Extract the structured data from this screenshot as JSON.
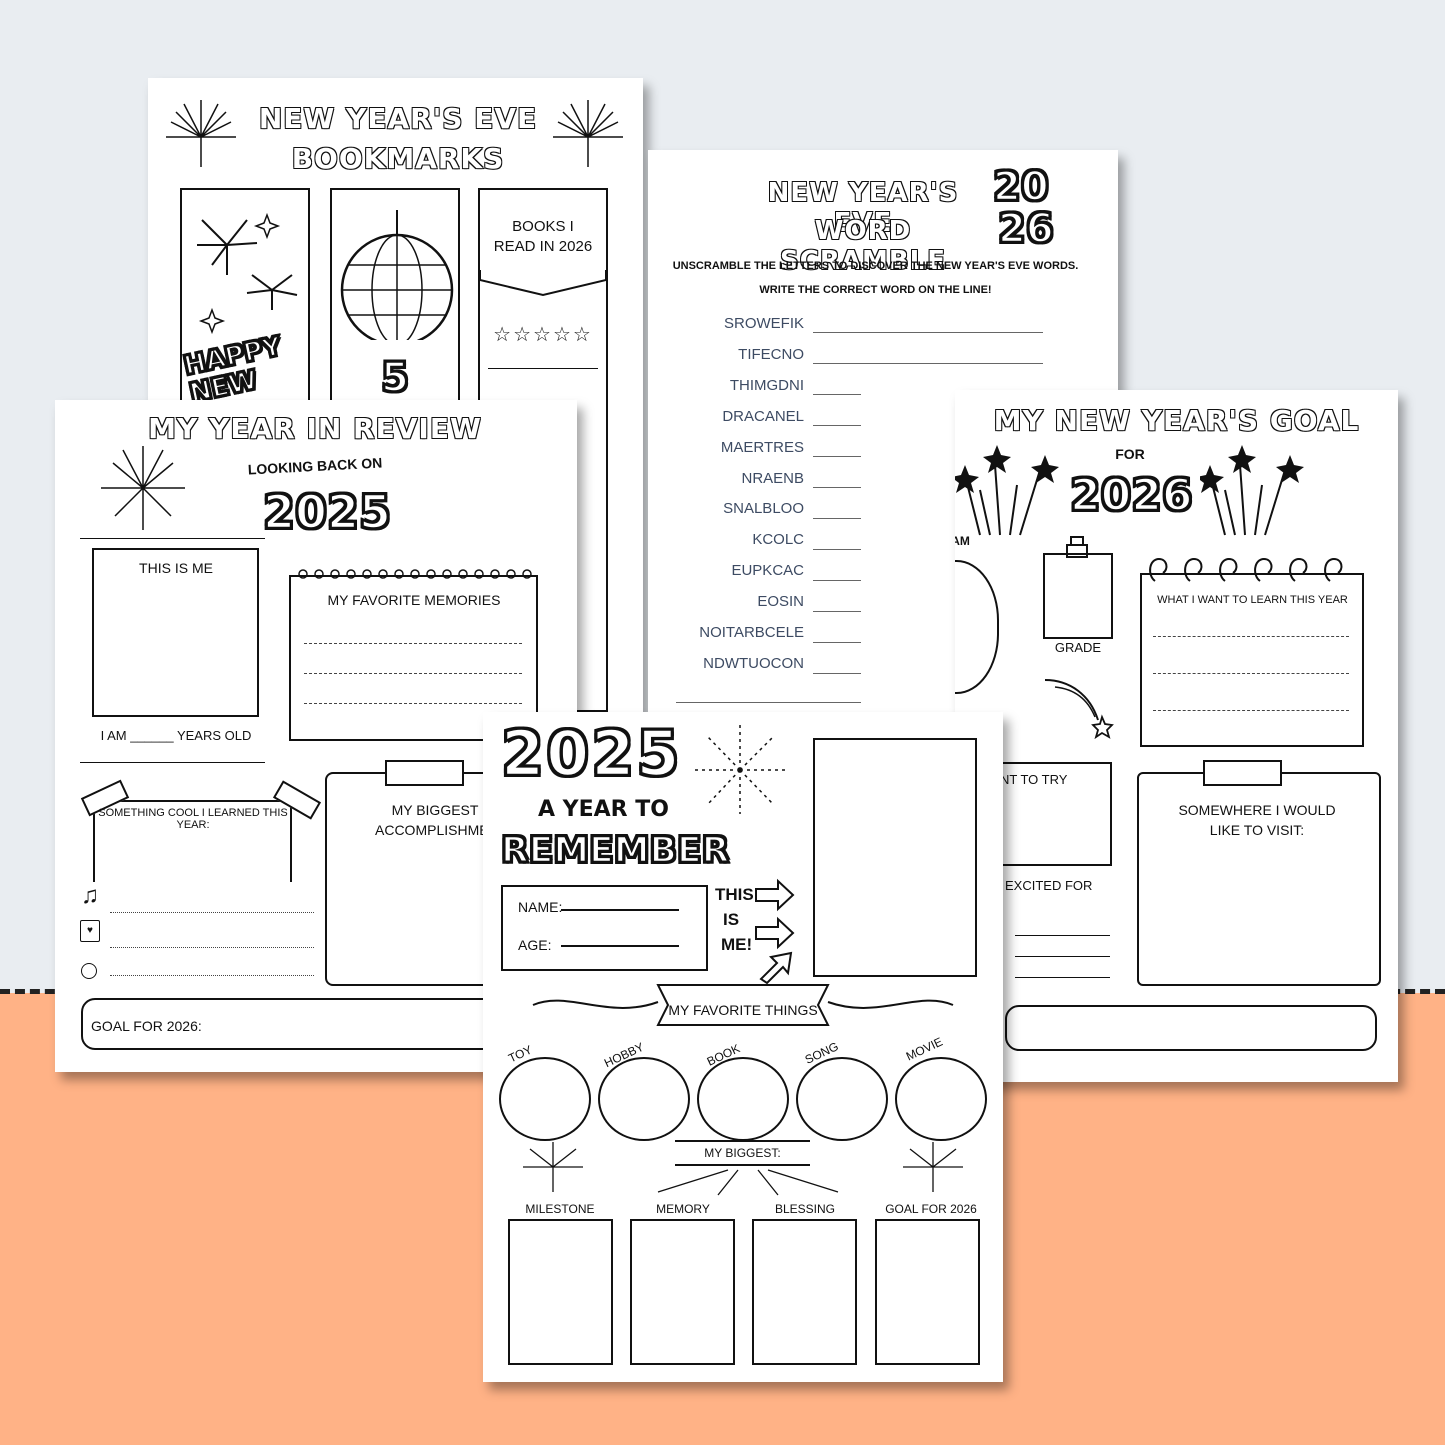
{
  "bookmarks": {
    "title_line1": "NEW YEAR'S EVE",
    "title_line2": "BOOKMARKS",
    "happy_new": "HAPPY NEW",
    "countdown": "5",
    "books_label_line1": "BOOKS I",
    "books_label_line2": "READ IN 2026",
    "stars": "☆☆☆☆☆"
  },
  "scramble": {
    "title_line1": "NEW YEAR'S EVE",
    "title_line2": "WORD SCRAMBLE",
    "year_top": "20",
    "year_bottom": "26",
    "instructions_line1": "UNSCRAMBLE THE LETTERS TO DISCOVER THE NEW YEAR'S EVE WORDS.",
    "instructions_line2": "WRITE THE CORRECT WORD ON THE LINE!",
    "words": [
      "SROWEFIK",
      "TIFECNO",
      "THIMGDNI",
      "DRACANEL",
      "MAERTRES",
      "NRAENB",
      "SNALBLOO",
      "KCOLC",
      "EUPKCAC",
      "EOSIN",
      "NOITARBCELE",
      "NDWTUOCON"
    ]
  },
  "review": {
    "title": "MY YEAR IN REVIEW",
    "looking_back": "LOOKING BACK ON",
    "year": "2025",
    "this_is_me": "THIS IS ME",
    "favorite_memories": "MY FAVORITE MEMORIES",
    "age_line": "I AM ______ YEARS OLD",
    "something_cool": "SOMETHING COOL I LEARNED THIS YEAR:",
    "accomplishment_line1": "MY BIGGEST",
    "accomplishment_line2": "ACCOMPLISHMENT",
    "goal": "GOAL FOR 2026:"
  },
  "goal": {
    "title": "MY NEW YEAR'S GOAL",
    "for": "FOR",
    "year": "2026",
    "i_am": "I AM",
    "grade": "GRADE",
    "learn": "WHAT I WANT TO LEARN THIS YEAR",
    "try_partial": "NT TO TRY",
    "excited_partial": "EXCITED FOR",
    "visit_line1": "SOMEWHERE I WOULD",
    "visit_line2": "LIKE TO VISIT:"
  },
  "remember": {
    "year": "2025",
    "subtitle": "A YEAR TO",
    "remember": "REMEMBER",
    "name_label": "NAME:",
    "age_label": "AGE:",
    "this": "THIS",
    "is": "IS",
    "me": "ME!",
    "favorite_things": "MY FAVORITE THINGS",
    "circles": [
      "TOY",
      "HOBBY",
      "BOOK",
      "SONG",
      "MOVIE"
    ],
    "my_biggest": "MY BIGGEST:",
    "boxes": [
      "MILESTONE",
      "MEMORY",
      "BLESSING",
      "GOAL FOR 2026"
    ]
  }
}
